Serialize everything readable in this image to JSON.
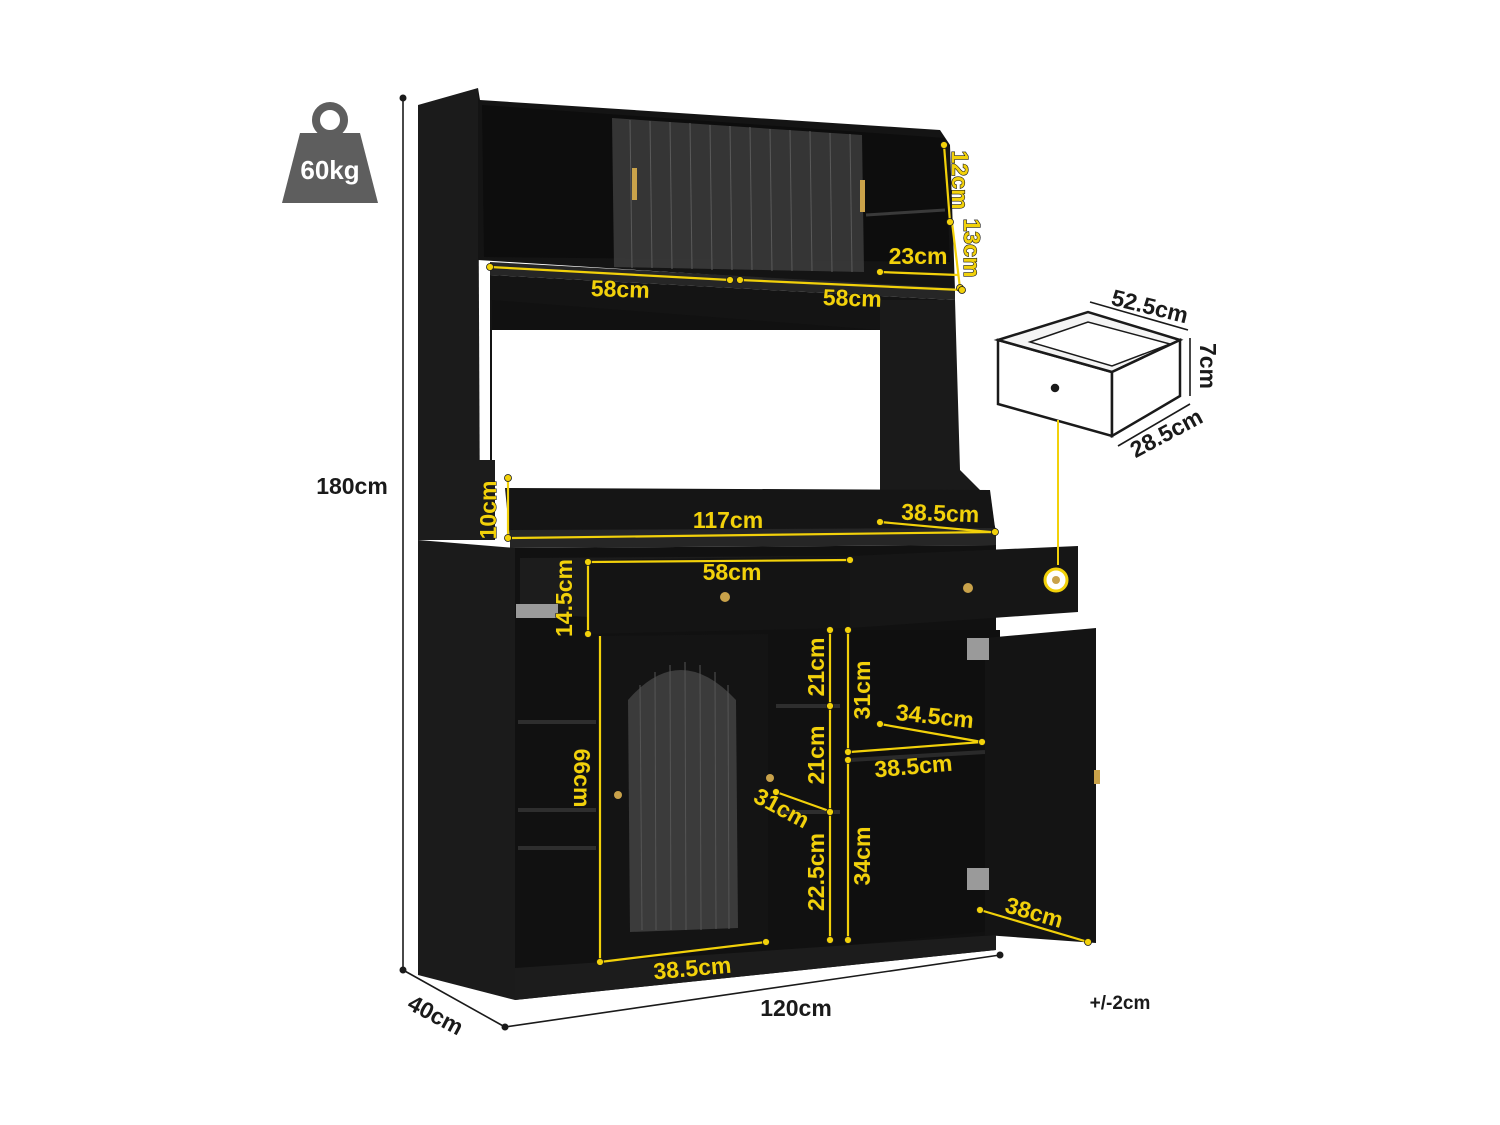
{
  "weight": {
    "label": "60kg",
    "icon": "weight-icon"
  },
  "overall": {
    "height": "180cm",
    "width": "120cm",
    "depth": "40cm",
    "tolerance": "+/-2cm"
  },
  "hutch": {
    "glass_section_height": "12cm",
    "open_shelf_height": "13cm",
    "side_shelf_depth": "23cm",
    "left_compartment_width": "58cm",
    "right_compartment_width": "58cm"
  },
  "countertop": {
    "backsplash_height": "10cm",
    "width": "117cm",
    "depth": "38.5cm"
  },
  "drawer": {
    "front_width": "58cm",
    "front_height": "14.5cm",
    "inner_width": "52.5cm",
    "inner_height": "7cm",
    "inner_depth": "28.5cm"
  },
  "cabinet": {
    "door_height": "66cm",
    "door_width": "38.5cm",
    "middle_shelf_top": "21cm",
    "middle_shelf_mid": "21cm",
    "middle_shelf_bottom": "22.5cm",
    "middle_shelf_depth": "31cm",
    "right_upper_height": "31cm",
    "right_lower_height": "34cm",
    "right_shelf_depth": "34.5cm",
    "right_shelf_width": "38.5cm",
    "right_door_width": "38cm"
  },
  "colors": {
    "accent": "#f2d10a",
    "body": "#151515",
    "weight_icon": "#5e5e5e"
  }
}
